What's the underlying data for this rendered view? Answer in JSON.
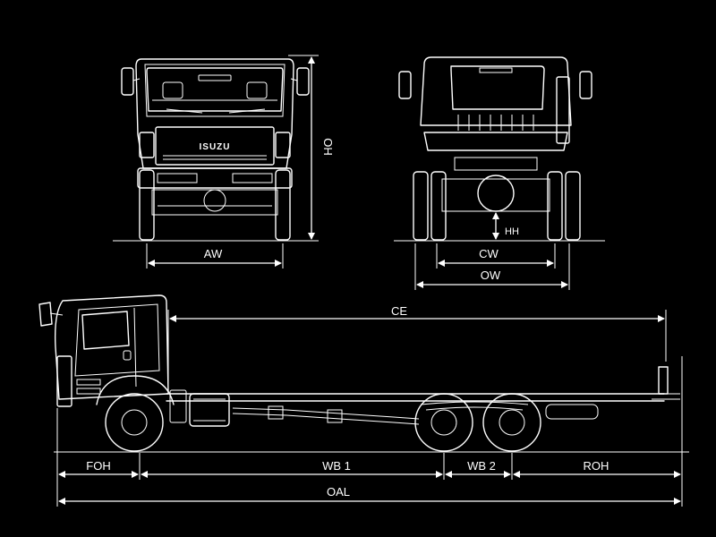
{
  "brand": "ISUZU",
  "dimensions": {
    "aw": "AW",
    "oh": "OH",
    "cw": "CW",
    "ow": "OW",
    "hh": "HH",
    "ce": "CE",
    "foh": "FOH",
    "wb1": "WB 1",
    "wb2": "WB 2",
    "roh": "ROH",
    "oal": "OAL"
  }
}
